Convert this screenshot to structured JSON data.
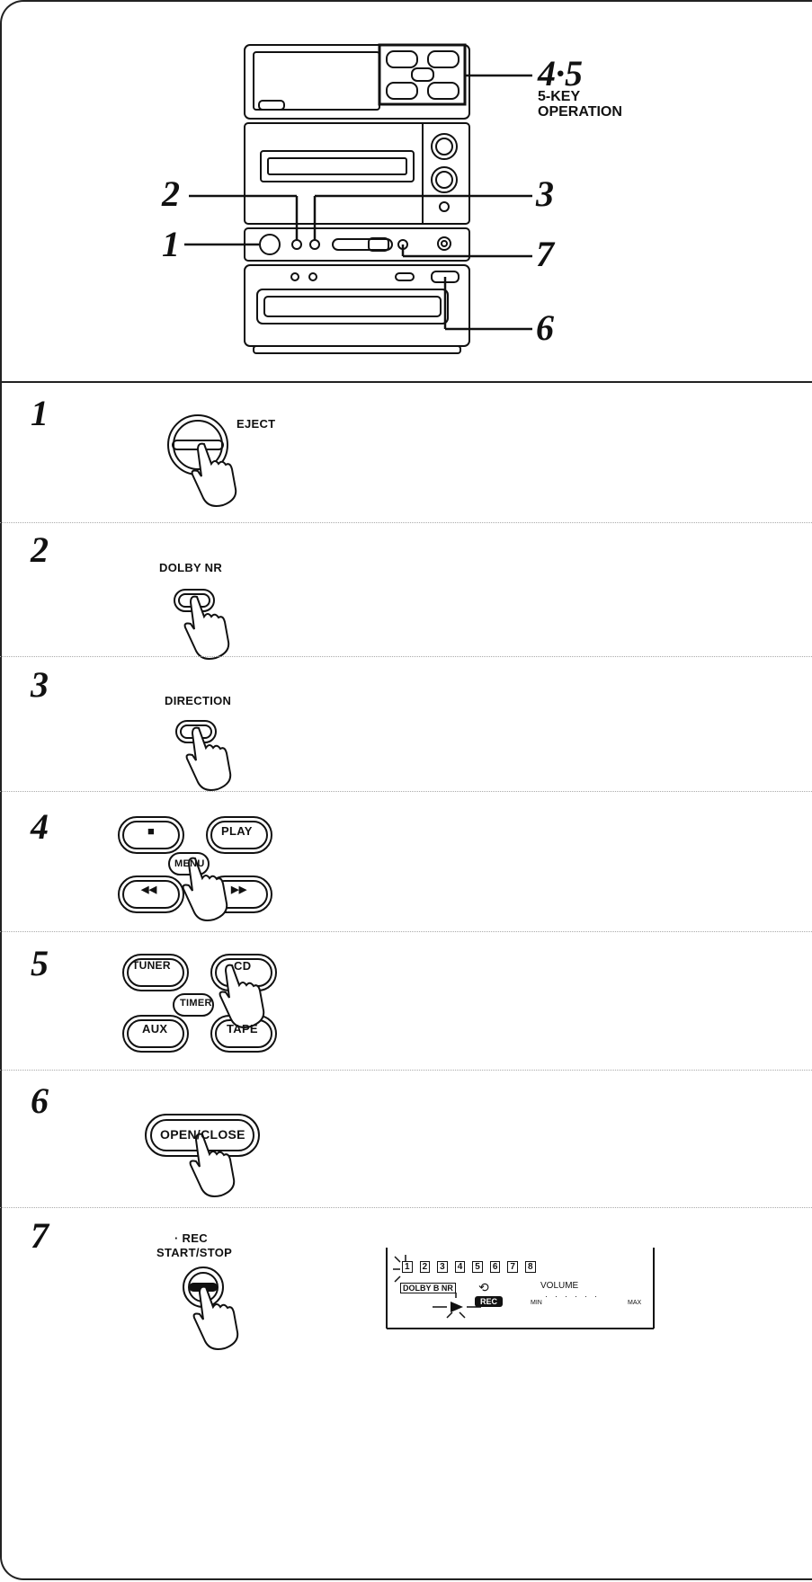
{
  "overview": {
    "callouts": {
      "c45": "4·5",
      "c2": "2",
      "c3": "3",
      "c1": "1",
      "c7": "7",
      "c6": "6"
    },
    "five_key_line1": "5-KEY",
    "five_key_line2": "OPERATION"
  },
  "steps": [
    {
      "num": "1",
      "labels": [
        "EJECT"
      ]
    },
    {
      "num": "2",
      "labels": [
        "DOLBY NR"
      ]
    },
    {
      "num": "3",
      "labels": [
        "DIRECTION"
      ]
    },
    {
      "num": "4",
      "labels": [
        "■",
        "PLAY",
        "MENU",
        "◀◀",
        "▶▶"
      ]
    },
    {
      "num": "5",
      "labels": [
        "TUNER",
        "CD",
        "TIMER",
        "AUX",
        "TAPE"
      ]
    },
    {
      "num": "6",
      "labels": [
        "OPEN/CLOSE"
      ]
    },
    {
      "num": "7",
      "labels": [
        "· REC",
        "START/STOP"
      ]
    }
  ],
  "display": {
    "tracks": [
      "1",
      "2",
      "3",
      "4",
      "5",
      "6",
      "7",
      "8"
    ],
    "dolby": "DOLBY B NR",
    "rec": "REC",
    "volume": "VOLUME",
    "min": "MIN",
    "max": "MAX"
  }
}
